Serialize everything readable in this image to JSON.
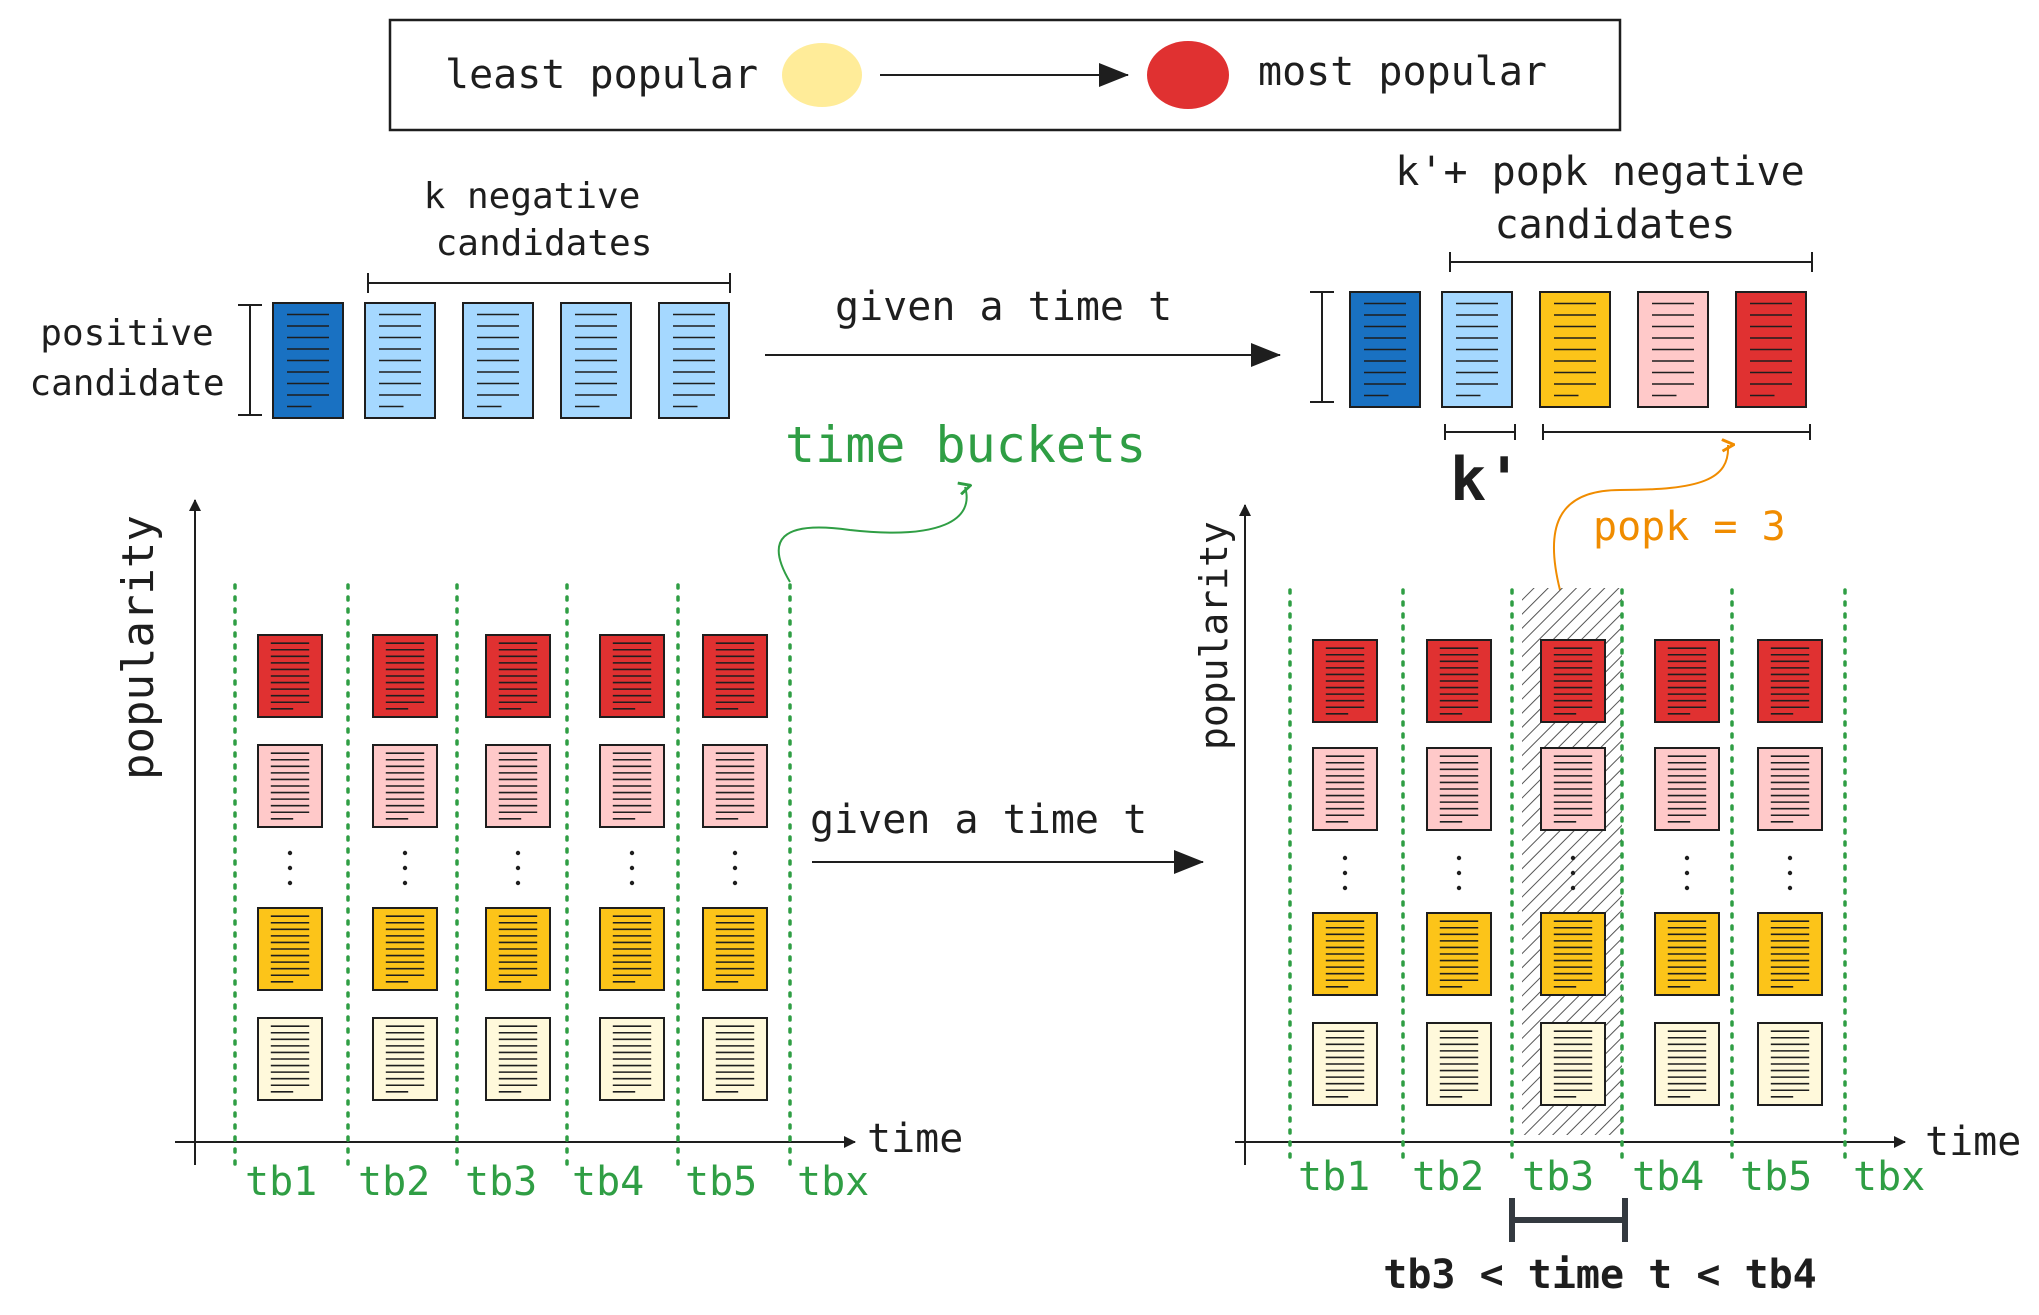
{
  "legend": {
    "least_label": "least popular",
    "most_label": "most popular"
  },
  "top_left": {
    "negatives_label_line1": "k negative",
    "negatives_label_line2": "candidates",
    "positive_label_line1": "positive",
    "positive_label_line2": "candidate"
  },
  "top_right": {
    "negatives_label_line1": "k'+ popk negative",
    "negatives_label_line2": "candidates",
    "kprime_label": "k'",
    "popk_label": "popk = 3"
  },
  "arrows": {
    "given_time_top": "given a time t",
    "given_time_bottom": "given a time t"
  },
  "time_buckets_label": "time buckets",
  "left_chart": {
    "y_axis_label": "popularity",
    "x_axis_label": "time",
    "buckets": [
      "tb1",
      "tb2",
      "tb3",
      "tb4",
      "tb5",
      "tbx"
    ]
  },
  "right_chart": {
    "y_axis_label": "popularity",
    "x_axis_label": "time",
    "buckets": [
      "tb1",
      "tb2",
      "tb3",
      "tb4",
      "tb5",
      "tbx"
    ],
    "highlight_bucket": "tb3",
    "condition_label": "tb3 < time t < tb4"
  },
  "colors": {
    "positive": "#1971c2",
    "light_blue": "#a5d8ff",
    "least_popular": "#ffec99",
    "yellow": "#fcc419",
    "pink": "#ffc9c9",
    "most_popular": "#e03131",
    "cream": "#fff9db",
    "green": "#2f9e44",
    "orange": "#f08c00",
    "ink": "#1e1e1e"
  }
}
